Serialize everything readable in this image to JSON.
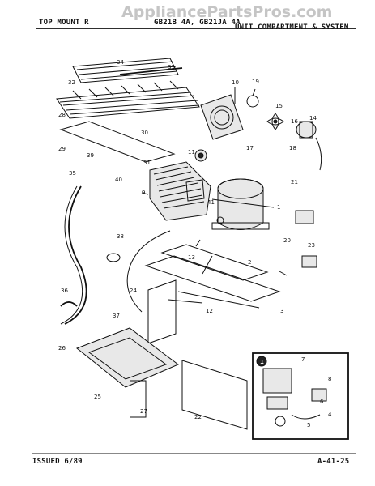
{
  "header": {
    "left": "TOP MOUNT R",
    "models": "GB21B 4A, GB21JA 4A",
    "right": "UNIT COMPARTMENT & SYSTEM"
  },
  "watermark": "AppliancePartsPros.com",
  "footer": {
    "issued": "ISSUED 6/89",
    "page_code": "A-41-25"
  },
  "callouts": [
    "1",
    "2",
    "3",
    "4",
    "5",
    "6",
    "7",
    "8",
    "9",
    "10",
    "11",
    "12",
    "13",
    "14",
    "15",
    "16",
    "17",
    "18",
    "19",
    "20",
    "21",
    "22",
    "23",
    "24",
    "25",
    "26",
    "27",
    "28",
    "29",
    "30",
    "31",
    "32",
    "33",
    "34",
    "35",
    "36",
    "37",
    "38",
    "39",
    "40",
    "41"
  ],
  "inset_marker": "1"
}
